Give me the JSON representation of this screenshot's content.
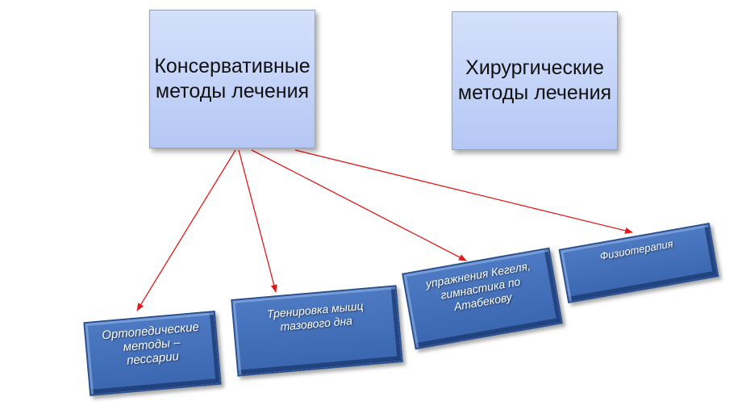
{
  "colors": {
    "top_box_fill": "#c3d3f8",
    "tile_fill": "#3a66b0",
    "arrow": "#e01a1a"
  },
  "boxes": {
    "conservative": {
      "line1": "Консервативные",
      "line2": "методы лечения"
    },
    "surgical": {
      "line1": "Хирургические",
      "line2": "методы лечения"
    }
  },
  "tiles": {
    "orthopedic": {
      "line1": "Ортопедические",
      "line2": "методы –",
      "line3": "пессарии"
    },
    "training": {
      "line1": "Тренировка мышц",
      "line2": "тазового дна"
    },
    "kegel": {
      "line1": "упражнения Кегеля,",
      "line2": "гимнастика по",
      "line3": "Атабекову"
    },
    "physio": {
      "line1": "Физиотерапия"
    }
  },
  "connections": [
    {
      "from": "conservative",
      "to": "orthopedic"
    },
    {
      "from": "conservative",
      "to": "training"
    },
    {
      "from": "conservative",
      "to": "kegel"
    },
    {
      "from": "conservative",
      "to": "physio"
    }
  ]
}
